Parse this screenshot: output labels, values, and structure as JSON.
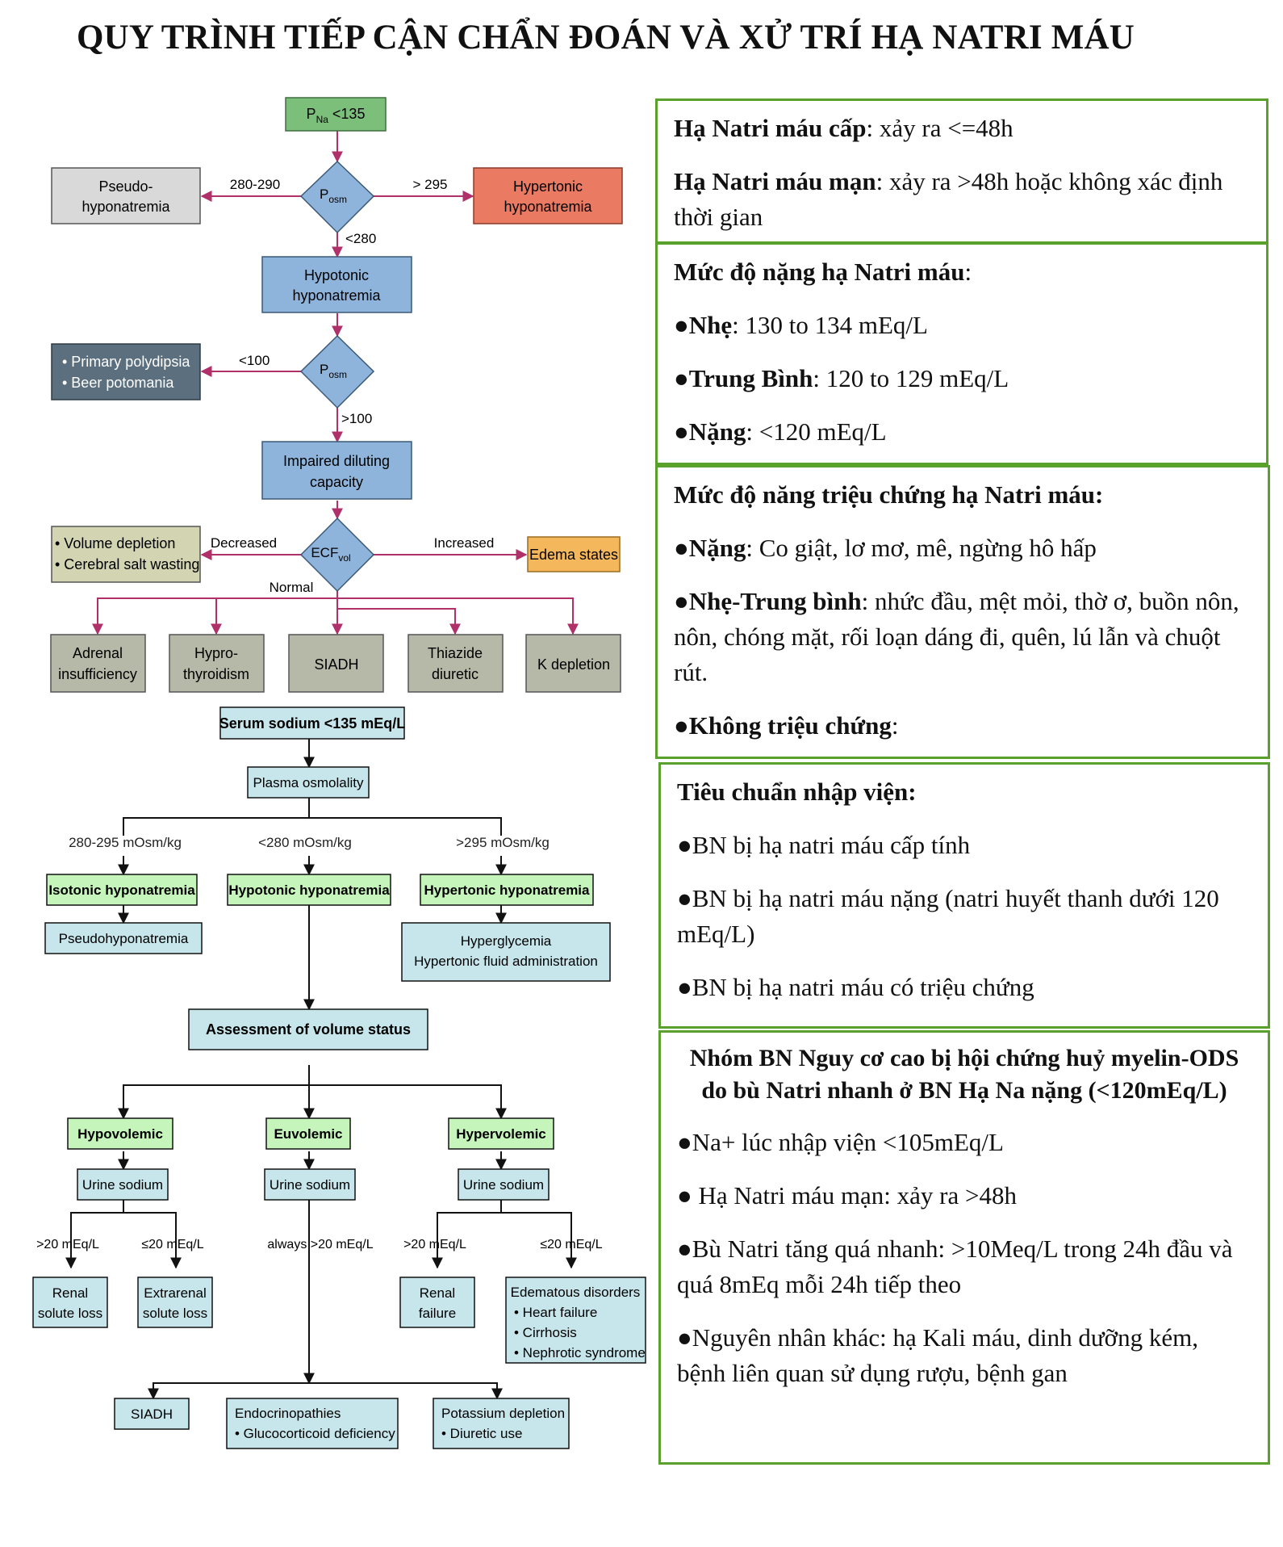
{
  "title": "QUY TRÌNH TIẾP CẬN CHẨN ĐOÁN VÀ XỬ TRÍ HẠ NATRI MÁU",
  "colors": {
    "green": "#7cbf7b",
    "gray": "#d9d9d9",
    "red": "#eb7a62",
    "blue": "#8fb4dc",
    "slate": "#5b6f7e",
    "olive": "#d2d4b2",
    "orange": "#f5b75c",
    "khaki": "#b6b8a8",
    "arrow": "#b0306a",
    "lightcyan": "#c6e6ec",
    "lightgreen": "#c6f5bb",
    "border": "#5aa02c"
  },
  "flow1": {
    "start": {
      "p": "P",
      "sub": "Na",
      "rest": " <135"
    },
    "posm": {
      "p": "P",
      "sub": "osm"
    },
    "ecf": {
      "p": "ECF",
      "sub": "vol"
    },
    "pseudo": [
      "Pseudo-",
      "hyponatremia"
    ],
    "hypertonic": [
      "Hypertonic",
      "hyponatremia"
    ],
    "hypotonic": [
      "Hypotonic",
      "hyponatremia"
    ],
    "polydipsia": [
      "• Primary polydipsia",
      "• Beer potomania"
    ],
    "impaired": [
      "Impaired diluting",
      "capacity"
    ],
    "volume": [
      "• Volume depletion",
      "• Cerebral salt wasting"
    ],
    "edema": "Edema states",
    "label_280_290": "280-290",
    "label_gt295": "> 295",
    "label_lt280": "<280",
    "label_lt100": "<100",
    "label_gt100": ">100",
    "label_decreased": "Decreased",
    "label_increased": "Increased",
    "label_normal": "Normal",
    "causes": [
      [
        "Adrenal",
        "insufficiency"
      ],
      [
        "Hypro-",
        "thyroidism"
      ],
      [
        "SIADH"
      ],
      [
        "Thiazide",
        "diuretic"
      ],
      [
        "K depletion"
      ]
    ]
  },
  "flow2": {
    "serum": "Serum sodium <135 mEq/L",
    "plasma": "Plasma osmolality",
    "osm_labels": [
      "280-295 mOsm/kg",
      "<280 mOsm/kg",
      ">295 mOsm/kg"
    ],
    "isotonic": "Isotonic hyponatremia",
    "hypotonic": "Hypotonic hyponatremia",
    "hypertonic": "Hypertonic hyponatremia",
    "pseudo": "Pseudohyponatremia",
    "hyperglycemia": [
      "Hyperglycemia",
      "Hypertonic fluid administration"
    ],
    "assessment": "Assessment of volume status",
    "hypovolemic": "Hypovolemic",
    "euvolemic": "Euvolemic",
    "hypervolemic": "Hypervolemic",
    "urine": "Urine sodium",
    "na_labels": [
      ">20 mEq/L",
      "≤20 mEq/L",
      "always >20 mEq/L",
      ">20 mEq/L",
      "≤20 mEq/L"
    ],
    "renal_loss": [
      "Renal",
      "solute loss"
    ],
    "extrarenal": [
      "Extrarenal",
      "solute loss"
    ],
    "renal_failure": [
      "Renal",
      "failure"
    ],
    "edematous": [
      "Edematous disorders",
      "• Heart failure",
      "• Cirrhosis",
      "• Nephrotic syndrome"
    ],
    "siadh": "SIADH",
    "endocrino": [
      "Endocrinopathies",
      "• Glucocorticoid deficiency"
    ],
    "potassium": [
      "Potassium depletion",
      "• Diuretic use"
    ]
  },
  "panels": {
    "p1": {
      "l1b": "Hạ Natri máu cấp",
      "l1": ": xảy ra <=48h",
      "l2b": "Hạ Natri máu mạn",
      "l2": ": xảy ra >48h hoặc không xác định thời gian"
    },
    "p2": {
      "head": "Mức độ nặng hạ Natri máu",
      "i1b": "●Nhẹ",
      "i1": ": 130 to 134 mEq/L",
      "i2b": "●Trung Bình",
      "i2": ": 120 to 129 mEq/L",
      "i3b": "●Nặng",
      "i3": ": <120 mEq/L"
    },
    "p3": {
      "head": "Mức độ năng triệu chứng hạ Natri máu:",
      "i1b": "●Nặng",
      "i1": ": Co giật, lơ mơ, mê, ngừng hô hấp",
      "i2b": "●Nhẹ-Trung bình",
      "i2": ": nhức đầu, mệt mỏi, thờ ơ, buồn nôn, nôn, chóng mặt, rối loạn dáng đi, quên, lú lẫn và chuột rút.",
      "i3b": "●Không triệu chứng",
      "i3": ":"
    },
    "p4": {
      "head": "Tiêu chuẩn nhập viện:",
      "i1": "●BN bị hạ natri máu cấp tính",
      "i2": "●BN bị hạ natri máu nặng (natri huyết thanh dưới 120 mEq/L)",
      "i3": "●BN bị hạ natri máu có triệu chứng"
    },
    "p5": {
      "head": "Nhóm BN Nguy cơ cao bị hội chứng huỷ myelin-ODS do bù Natri nhanh ở BN Hạ Na nặng (<120mEq/L)",
      "i1": "●Na+ lúc nhập viện <105mEq/L",
      "i2": "● Hạ Natri máu mạn: xảy ra >48h",
      "i3": "●Bù Natri tăng quá nhanh: >10Meq/L trong 24h đầu và quá 8mEq mỗi 24h tiếp theo",
      "i4": "●Nguyên nhân khác: hạ Kali máu, dinh dưỡng kém, bệnh liên quan sử dụng rượu, bệnh gan"
    }
  }
}
